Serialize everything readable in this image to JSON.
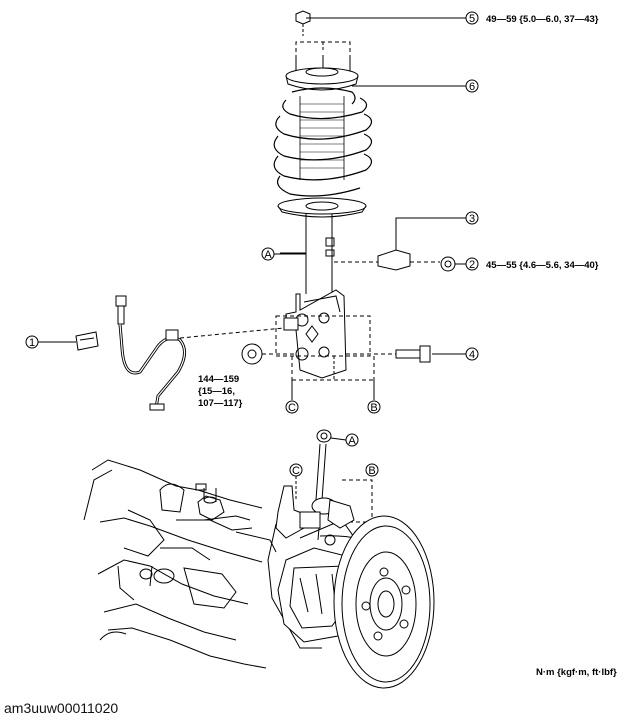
{
  "callouts": {
    "c1": "1",
    "c2": "2",
    "c3": "3",
    "c4": "4",
    "c5": "5",
    "c6": "6",
    "cA": "A",
    "cB": "B",
    "cC": "C"
  },
  "torques": {
    "t5": "49—59 {5.0—6.0, 37—43}",
    "t2": "45—55 {4.6—5.6, 34—40}",
    "t_lower_1": "144—159",
    "t_lower_2": "{15—16,",
    "t_lower_3": "107—117}"
  },
  "units_note": "N·m {kgf·m, ft·lbf}",
  "figure_id": "am3uuw00011020"
}
